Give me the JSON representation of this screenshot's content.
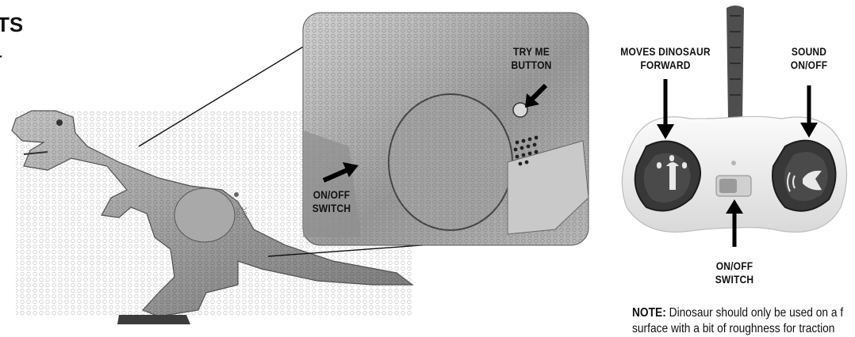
{
  "header": {
    "title_fragment": "TS",
    "line2_fragment": "r"
  },
  "zoom": {
    "try_me_lines": [
      "TRY ME",
      "BUTTON"
    ],
    "on_off_lines": [
      "ON/OFF",
      "SWITCH"
    ]
  },
  "remote": {
    "forward_lines": [
      "MOVES DINOSAUR",
      "FORWARD"
    ],
    "sound_lines": [
      "SOUND",
      "ON/OFF"
    ],
    "switch_lines": [
      "ON/OFF",
      "SWITCH"
    ]
  },
  "note": {
    "prefix": "NOTE:",
    "line1": "Dinosaur should only be used on a f",
    "line2": "surface with a bit of roughness for traction"
  },
  "colors": {
    "ink": "#111111",
    "toy": "#9a9a9a",
    "button_dark": "#3a3a3a"
  }
}
